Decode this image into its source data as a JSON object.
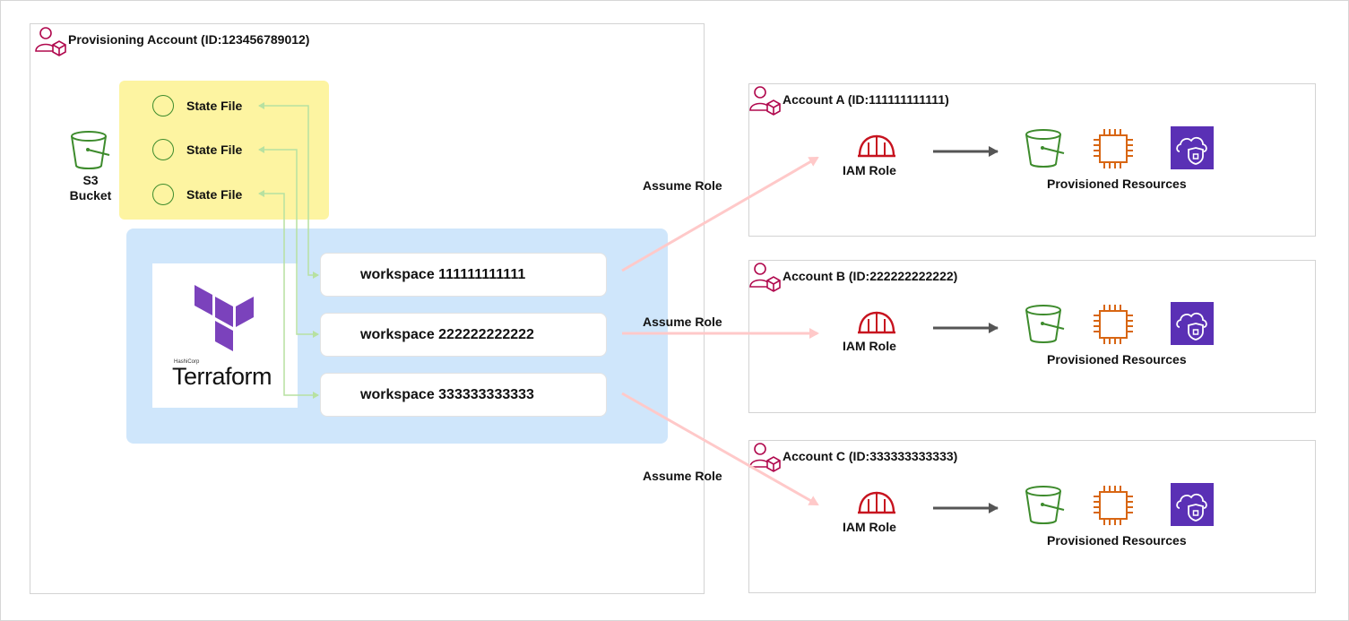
{
  "provisioning_account": {
    "title": "Provisioning Account (ID:123456789012)",
    "s3_bucket": {
      "label_line1": "S3",
      "label_line2": "Bucket",
      "icon": "s3-bucket-icon"
    },
    "state_files": [
      {
        "label": "State File"
      },
      {
        "label": "State File"
      },
      {
        "label": "State File"
      }
    ],
    "terraform": {
      "vendor": "HashiCorp",
      "name": "Terraform"
    },
    "workspaces": [
      {
        "label": "workspace 111111111111"
      },
      {
        "label": "workspace 222222222222"
      },
      {
        "label": "workspace 333333333333"
      }
    ]
  },
  "assume_role_label": "Assume Role",
  "accounts": [
    {
      "title": "Account A (ID:111111111111)",
      "role_label": "IAM Role",
      "resources_label": "Provisioned Resources"
    },
    {
      "title": "Account B (ID:222222222222)",
      "role_label": "IAM Role",
      "resources_label": "Provisioned Resources"
    },
    {
      "title": "Account C (ID:333333333333)",
      "role_label": "IAM Role",
      "resources_label": "Provisioned Resources"
    }
  ],
  "colors": {
    "account_icon": "#b0084d",
    "s3_green": "#3d8b2c",
    "ec2_orange": "#d86613",
    "security_purple": "#5a30b5",
    "iam_red": "#c7131f",
    "terraform_purple": "#7b42bc",
    "state_link": "#b7e1a1",
    "assume_role_link": "#ffc9c9",
    "arrow_gray": "#555555"
  }
}
